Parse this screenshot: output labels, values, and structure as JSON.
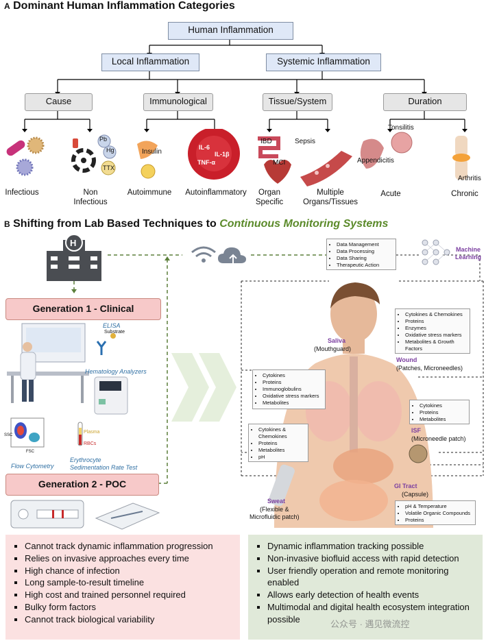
{
  "section_a": {
    "letter": "A",
    "title": "Dominant Human Inflammation Categories",
    "root": "Human Inflammation",
    "level2": [
      "Local Inflammation",
      "Systemic Inflammation"
    ],
    "categories": [
      "Cause",
      "Immunological",
      "Tissue/System",
      "Duration"
    ],
    "leaves": [
      "Infectious",
      "Non\nInfectious",
      "Autoimmune",
      "Autoinflammatory",
      "Organ\nSpecific",
      "Multiple\nOrgans/Tissues",
      "Acute",
      "Chronic"
    ],
    "image_labels": {
      "pb": "Pb",
      "hg": "Hg",
      "ttx": "TTX",
      "insulin": "Insulin",
      "il6": "IL-6",
      "il1b": "IL-1β",
      "tnfa": "TNF-α",
      "ibd": "IBD",
      "mci": "MCI",
      "sepsis": "Sepsis",
      "tonsilitis": "Tonsilitis",
      "appendicitis": "Appendicitis",
      "arthritis": "Arthritis"
    }
  },
  "section_b": {
    "letter": "B",
    "title_plain": "Shifting from Lab Based Techniques to ",
    "title_emph": "Continuous Monitoring Systems",
    "gen1": "Generation 1 - Clinical",
    "gen2": "Generation 2 - POC",
    "lab_labels": {
      "elisa": "ELISA",
      "substrate": "Substrate",
      "hematology": "Hematology Analyzers",
      "flow": "Flow Cytometry",
      "ssc": "SSC",
      "fsc": "FSC",
      "plasma": "Plasma",
      "rbcs": "RBCs",
      "esr": "Erythrocyte\nSedimentation Rate Test"
    },
    "data_box": [
      "Data Management",
      "Data Processing",
      "Data Sharing",
      "Therapeutic Action"
    ],
    "machine_learning": "Machine\nLearning",
    "saliva": {
      "name": "Saliva",
      "device": "(Mouthguard)",
      "items": [
        "Cytokines",
        "Proteins",
        "Immunoglobulins",
        "Oxidative stress markers",
        "Metabolites"
      ]
    },
    "wound": {
      "name": "Wound",
      "device": "(Patches, Microneedles)",
      "items": [
        "Cytokines & Chemokines",
        "Proteins",
        "Enzymes",
        "Oxidative stress markers",
        "Metabolites & Growth Factors"
      ]
    },
    "isf": {
      "name": "ISF",
      "device": "(Microneedle patch)",
      "items": [
        "Cytokines",
        "Proteins",
        "Metabolites"
      ]
    },
    "sweat": {
      "name": "Sweat",
      "device": "(Flexible &\nMicrofluidic patch)",
      "items": [
        "Cytokines & Chemokines",
        "Proteins",
        "Metabolites",
        "pH"
      ]
    },
    "gi": {
      "name": "GI Tract",
      "device": "(Capsule)",
      "items": [
        "pH & Temperature",
        "Volatile Organic Compounds",
        "Proteins"
      ]
    },
    "limitations": [
      "Cannot track dynamic inflammation progression",
      "Relies on invasive approaches every time",
      "High chance of infection",
      "Long sample-to-result timeline",
      "High cost and trained personnel required",
      "Bulky form factors",
      "Cannot track biological variability"
    ],
    "advantages": [
      "Dynamic inflammation tracking possible",
      "Non-invasive biofluid access with rapid detection",
      "User friendly operation and remote monitoring enabled",
      "Allows early detection of health events",
      "Multimodal and digital health ecosystem integration possible"
    ],
    "watermark": "公众号 · 遇见微流控"
  },
  "colors": {
    "box_blue": "#dfe8f7",
    "box_grey": "#e6e6e6",
    "gen_pink": "#f7c9c9",
    "limit_bg": "#fbe1e1",
    "adv_bg": "#e0e9d9",
    "accent_green": "#5b8a2a",
    "accent_purple": "#7b3fa0"
  }
}
